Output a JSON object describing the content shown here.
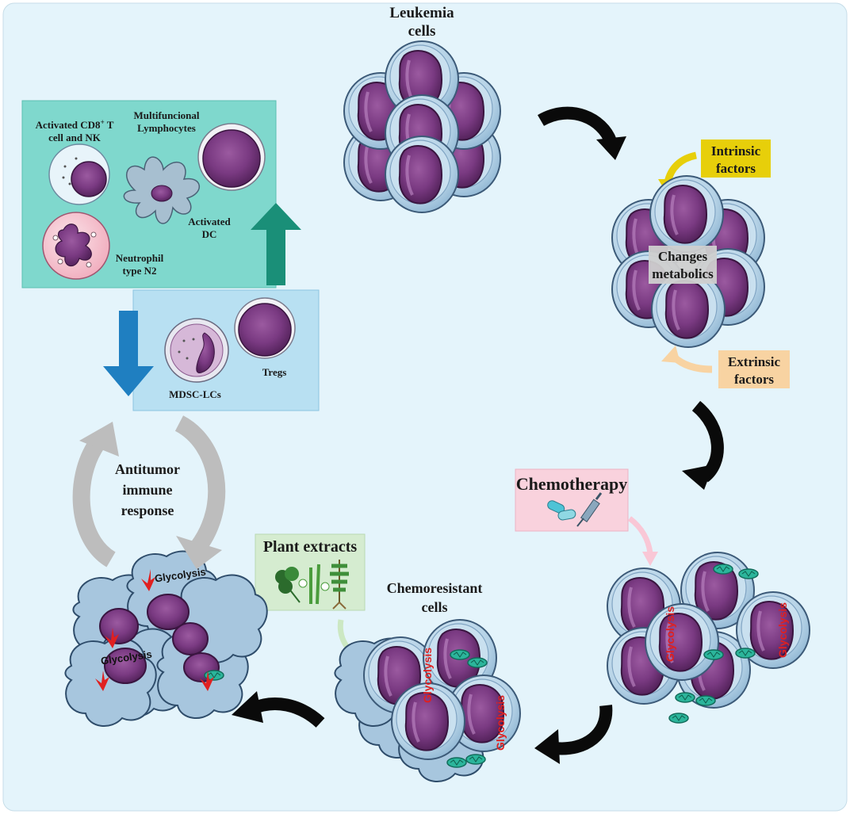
{
  "leukemia": {
    "line1": "Leukemia",
    "line2": "cells"
  },
  "intrinsic": {
    "line1": "Intrinsic",
    "line2": "factors"
  },
  "extrinsic": {
    "line1": "Extrinsic",
    "line2": "factors"
  },
  "changes": {
    "line1": "Changes",
    "line2": "metabolics"
  },
  "chemotherapy": "Chemotherapy",
  "plant_extracts": "Plant extracts",
  "chemoresistant": {
    "line1": "Chemoresistant",
    "line2": "cells"
  },
  "antitumor": {
    "line1": "Antitumor",
    "line2": "immune",
    "line3": "response"
  },
  "glycolysis": "Glycolysis",
  "immune_panel": {
    "cd8_line1": "Activated CD8",
    "cd8_sup": "+",
    "cd8_line1_end": " T",
    "cd8_line2": "cell and NK",
    "lymph_line1": "Multifuncional",
    "lymph_line2": "Lymphocytes",
    "dc_line1": "Activated",
    "dc_line2": "DC",
    "neut_line1": "Neutrophil",
    "neut_line2": "type N2"
  },
  "suppressor_panel": {
    "mdsc": "MDSC-LCs",
    "tregs": "Tregs"
  },
  "colors": {
    "background": "#e4f4fb",
    "teal_panel": "#7fd8cd",
    "blue_panel": "#b8e0f2",
    "intrinsic_box": "#e7cf0a",
    "extrinsic_box": "#f8d3a2",
    "chemo_box": "#f9d2dd",
    "plant_box": "#d5ecd0",
    "cell_cytoplasm": "#b5d2e6",
    "nucleus": "#6b2e72",
    "glycolysis_text": "#e02020",
    "up_arrow": "#1a8f78",
    "down_arrow": "#1f7fc1",
    "cycle_arrow": "#0a0a0a",
    "immune_arrow": "#bdbdbd"
  }
}
